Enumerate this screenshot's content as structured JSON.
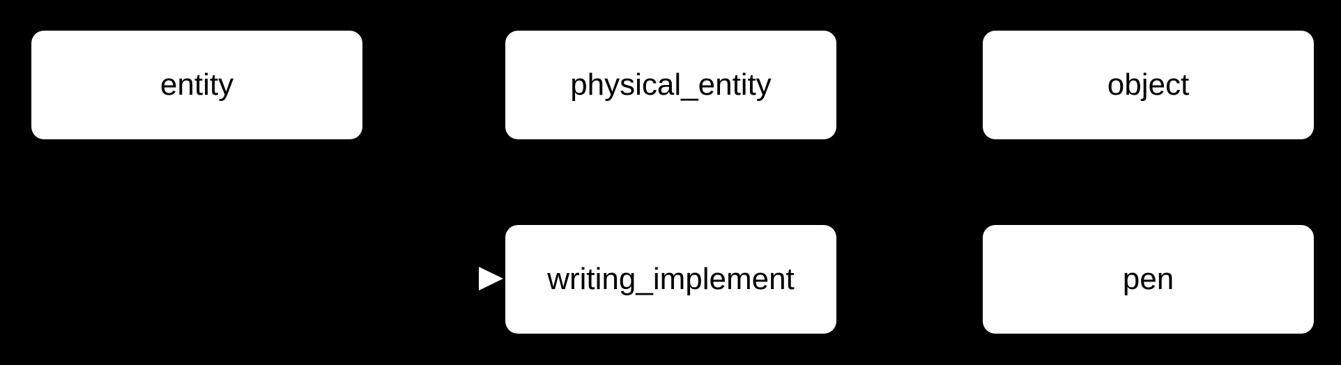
{
  "diagram": {
    "type": "node-link-graph",
    "colors": {
      "background": "#000000",
      "node_fill": "#ffffff",
      "node_text": "#000000",
      "arrow": "#ffffff"
    },
    "nodes": [
      {
        "id": "entity",
        "label": "entity",
        "row": 0,
        "col": 0
      },
      {
        "id": "physical_entity",
        "label": "physical_entity",
        "row": 0,
        "col": 1
      },
      {
        "id": "object",
        "label": "object",
        "row": 0,
        "col": 2
      },
      {
        "id": "writing_implement",
        "label": "writing_implement",
        "row": 1,
        "col": 1
      },
      {
        "id": "pen",
        "label": "pen",
        "row": 1,
        "col": 2
      }
    ],
    "arrowheads": [
      {
        "icon": "right-triangle-arrowhead",
        "points_to": "writing_implement",
        "direction": "right"
      }
    ]
  }
}
